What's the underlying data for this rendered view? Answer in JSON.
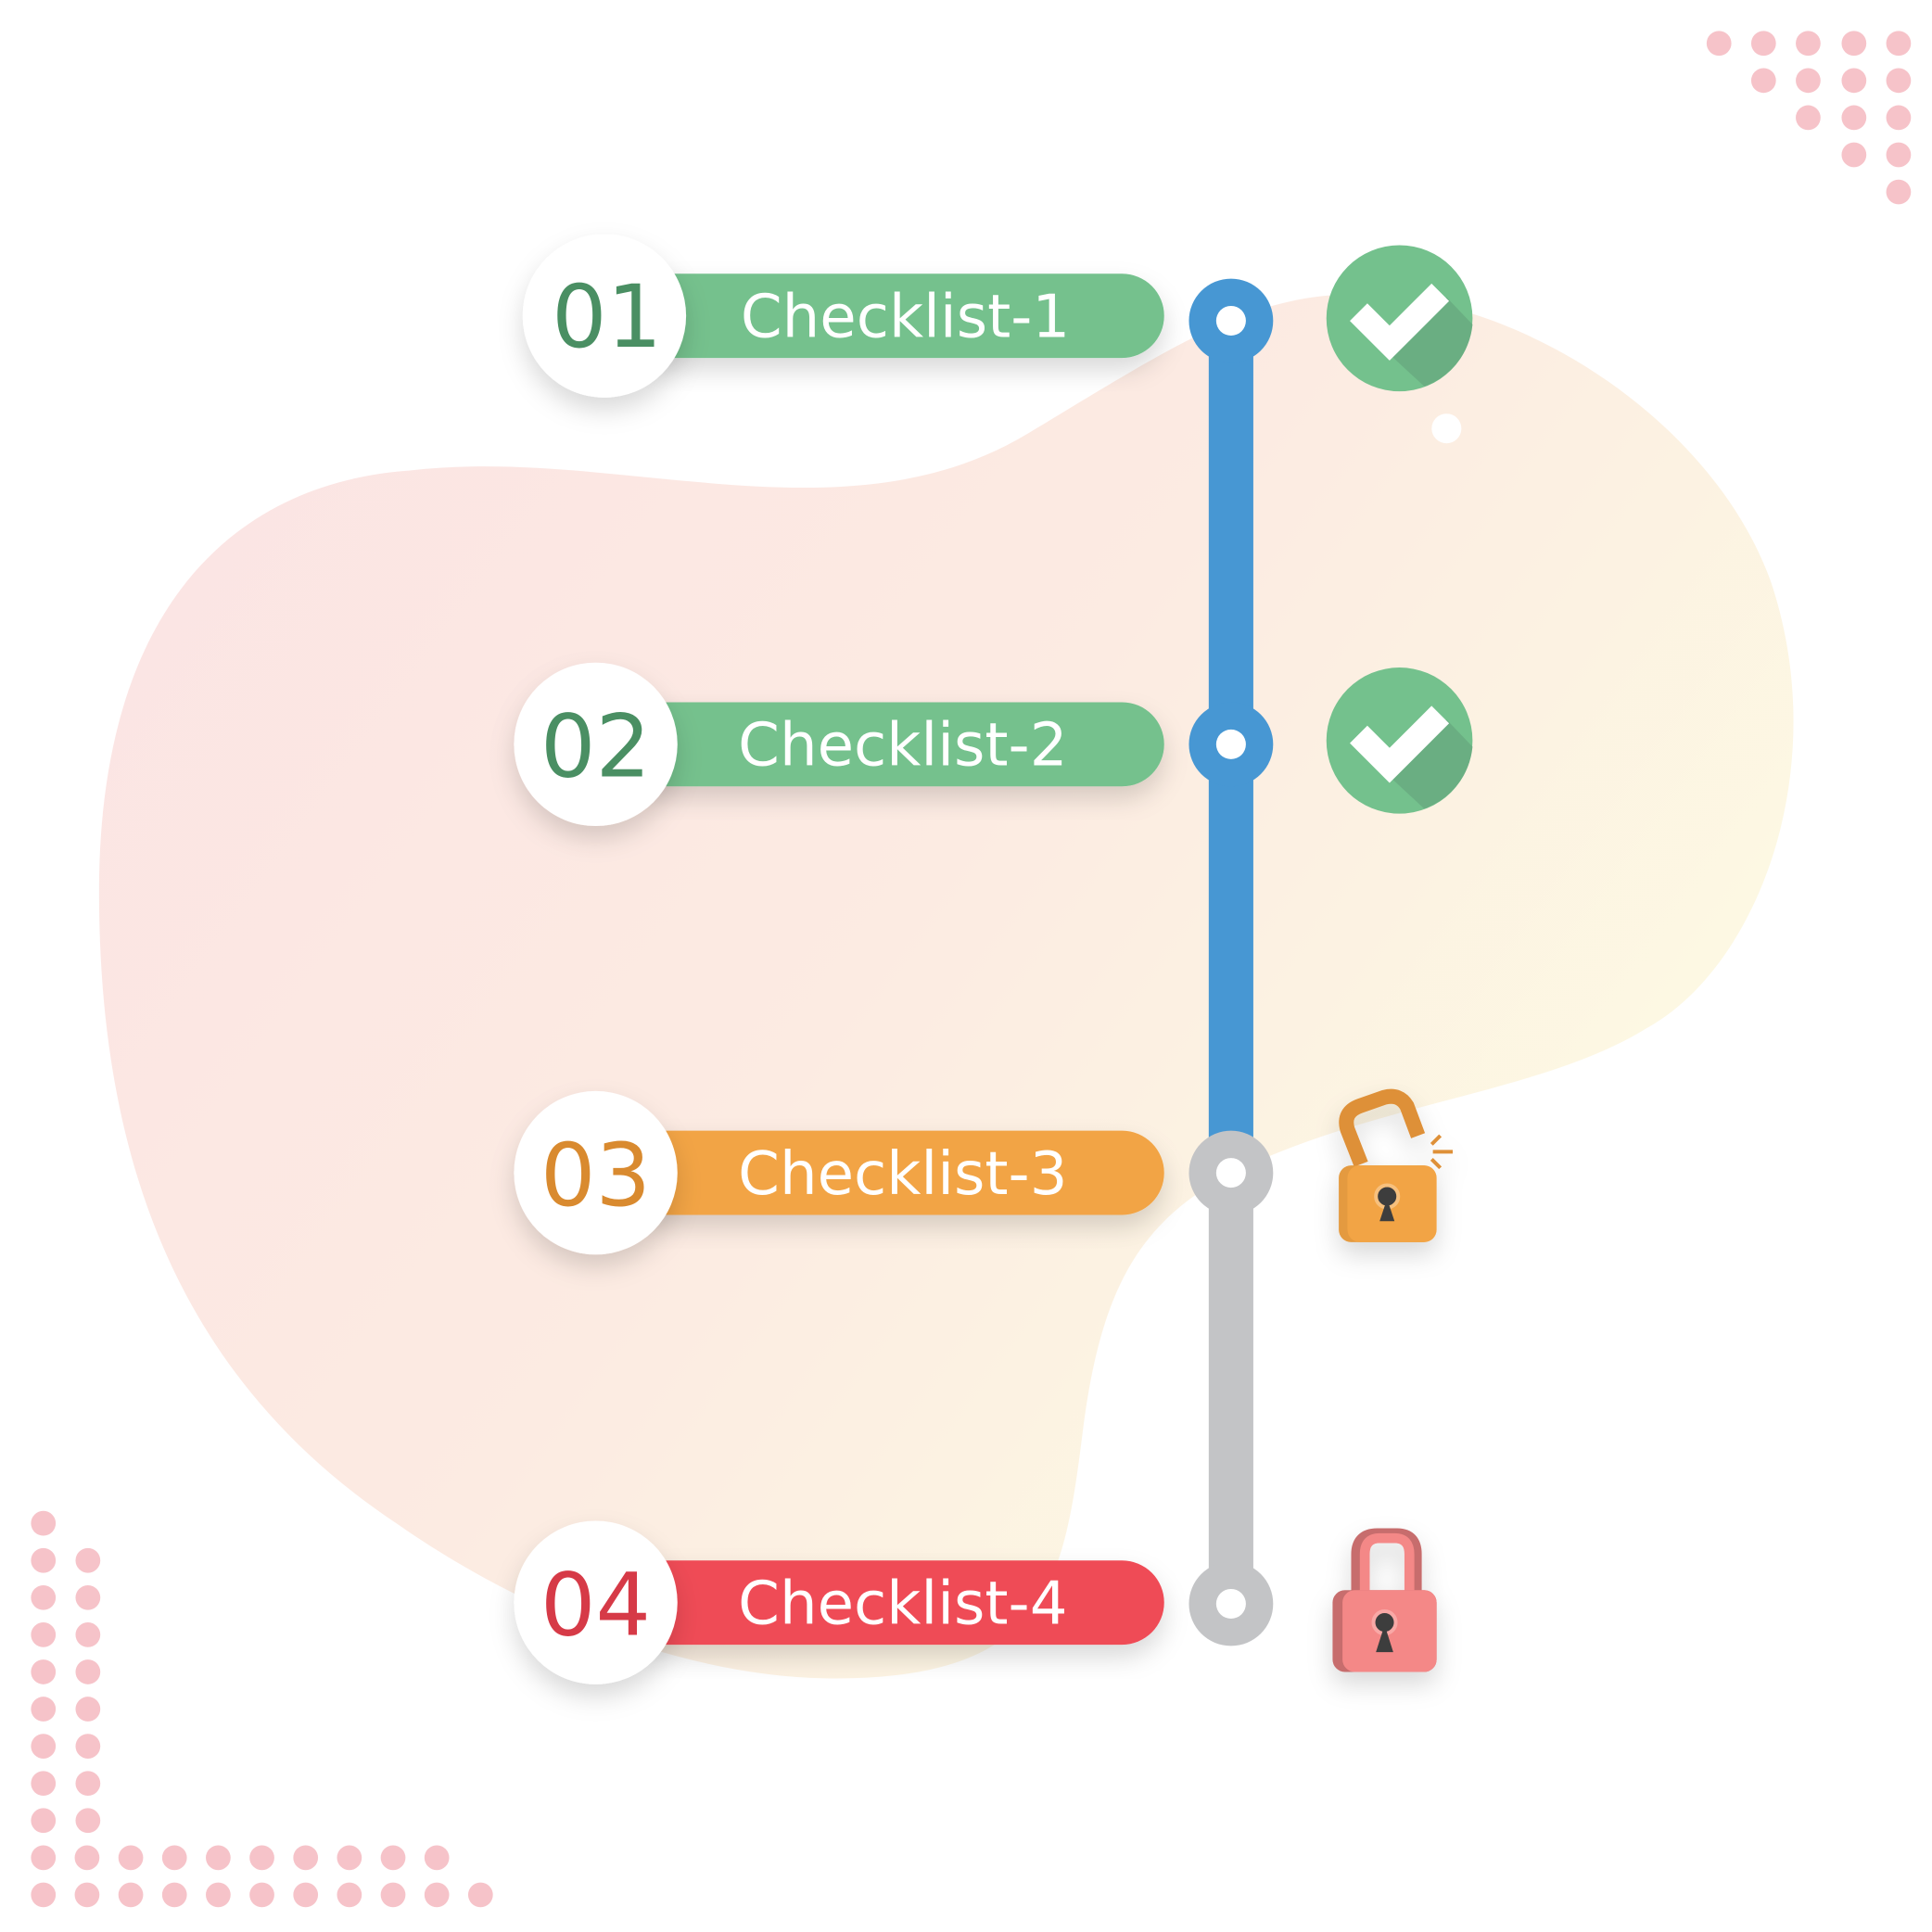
{
  "steps": [
    {
      "number": "01",
      "label": "Checklist-1",
      "status": "completed",
      "icon": "check-icon",
      "color": "#74c18d",
      "number_color": "#4a8f63"
    },
    {
      "number": "02",
      "label": "Checklist-2",
      "status": "completed",
      "icon": "check-icon",
      "color": "#74c18d",
      "number_color": "#4a8f63"
    },
    {
      "number": "03",
      "label": "Checklist-3",
      "status": "unlocked",
      "icon": "unlocked-padlock-icon",
      "color": "#f2a444",
      "number_color": "#d98a2f"
    },
    {
      "number": "04",
      "label": "Checklist-4",
      "status": "locked",
      "icon": "locked-padlock-icon",
      "color": "#ef4b57",
      "number_color": "#d63a47"
    }
  ],
  "colors": {
    "progress": "#4797d3",
    "pending": "#c3c4c6",
    "dots": "#f6c3c9"
  }
}
